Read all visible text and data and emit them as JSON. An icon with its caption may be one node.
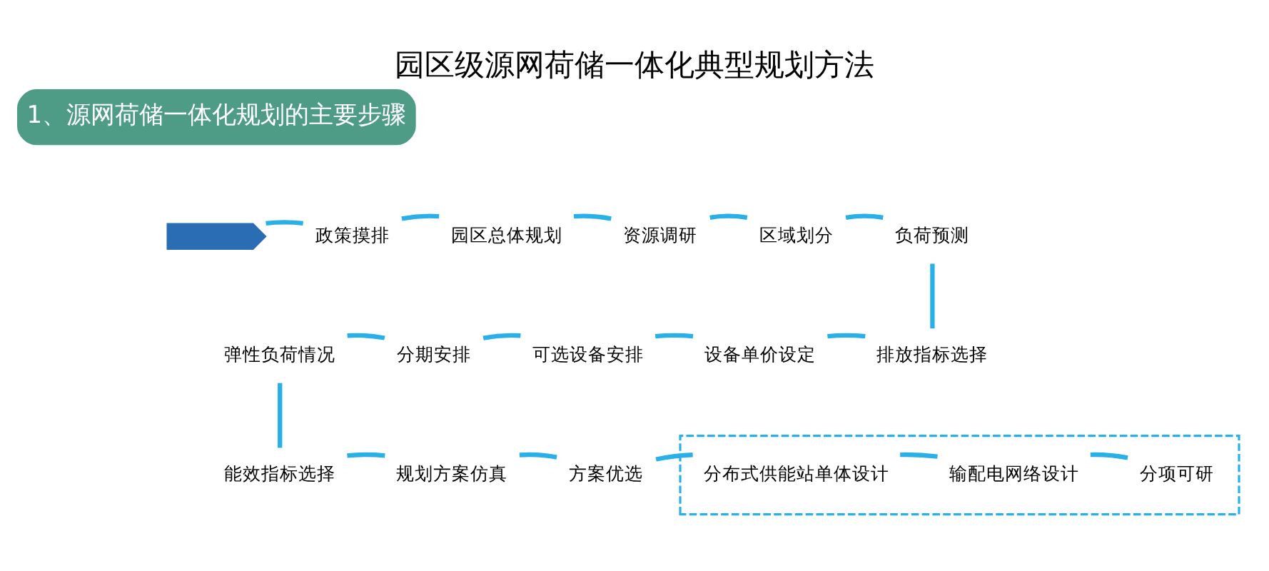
{
  "diagram": {
    "title": "园区级源网荷储一体化典型规划方法",
    "nodes": [
      {
        "text": [
          "1、源网荷储一体化规划的主要步骤"
        ]
      },
      {
        "text": [],
        "shape": "box"
      },
      {
        "text": [
          "政策摸排"
        ]
      },
      {
        "text": [
          "园区总体规划"
        ]
      },
      {
        "text": [
          "资源调研"
        ]
      },
      {
        "text": [
          "区域划分"
        ]
      },
      {
        "text": [
          "负荷预测"
        ]
      },
      {
        "text": [
          "弹性负荷情况"
        ]
      },
      {
        "text": [
          "分期安排"
        ]
      },
      {
        "text": [
          "可选设备安排"
        ]
      },
      {
        "text": [
          "设备单价设定"
        ]
      },
      {
        "text": [
          "排放指标选择"
        ]
      },
      {
        "text": [
          "能效指标选择"
        ]
      },
      {
        "text": [
          "规划方案仿真"
        ]
      },
      {
        "text": [
          "方案优选"
        ]
      },
      {
        "text": [],
        "shape": "box"
      },
      {
        "text": [
          "分布式供能站单体设计"
        ],
        "in": 15
      },
      {
        "text": [
          "输配电网络设计"
        ],
        "in": 15
      },
      {
        "text": [
          "分项可研"
        ],
        "in": 15
      }
    ],
    "edges": [
      {
        "from": 1,
        "to": 2,
        "arrow": "none"
      },
      {
        "from": 2,
        "to": 3,
        "arrow": "none"
      },
      {
        "from": 3,
        "to": 4,
        "arrow": "none"
      },
      {
        "from": 4,
        "to": 5,
        "arrow": "none"
      },
      {
        "from": 5,
        "to": 6,
        "arrow": "none"
      },
      {
        "from": 6,
        "to": 11,
        "arrow": "none"
      },
      {
        "from": 11,
        "to": 10,
        "arrow": "none"
      },
      {
        "from": 10,
        "to": 9,
        "arrow": "none"
      },
      {
        "from": 9,
        "to": 8,
        "arrow": "none"
      },
      {
        "from": 8,
        "to": 7,
        "arrow": "none"
      },
      {
        "from": 7,
        "to": 12,
        "arrow": "none"
      },
      {
        "from": 12,
        "to": 13,
        "arrow": "none"
      },
      {
        "from": 13,
        "to": 14,
        "arrow": "none"
      },
      {
        "from": 14,
        "to": 16,
        "arrow": "none"
      },
      {
        "from": 16,
        "to": 17,
        "arrow": "none"
      },
      {
        "from": 17,
        "to": 18,
        "arrow": "none"
      }
    ]
  }
}
